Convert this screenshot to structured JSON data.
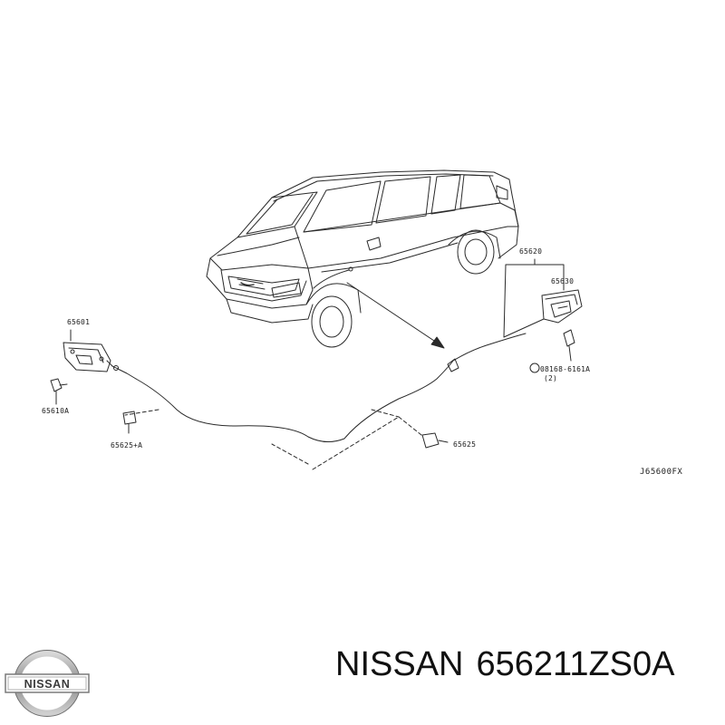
{
  "diagram": {
    "reference_code": "J65600FX",
    "labels": {
      "p65620": "65620",
      "p65630": "65630",
      "p65601": "65601",
      "p65610a": "65610A",
      "p08168": "08168-6161A",
      "p08168_qty": "(2)",
      "p65625a": "65625+A",
      "p65625": "65625"
    }
  },
  "footer": {
    "brand": "NISSAN",
    "logo_text": "NISSAN",
    "part_number": "656211ZS0A"
  }
}
